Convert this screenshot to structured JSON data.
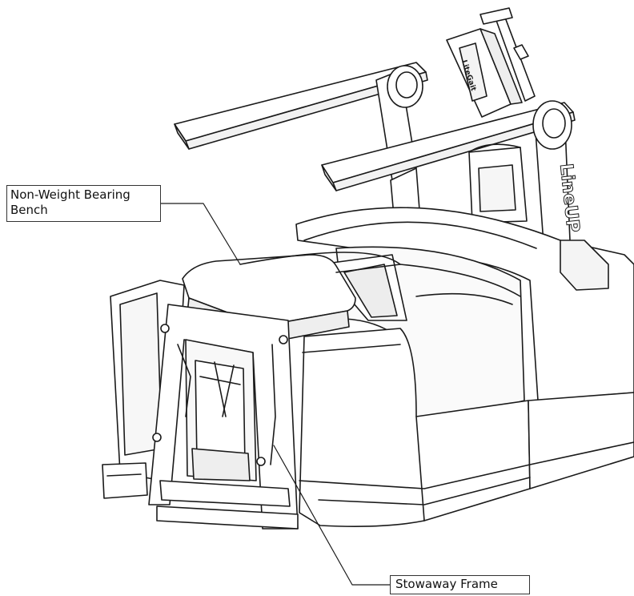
{
  "callouts": {
    "bench": {
      "line1": "Non-Weight Bearing",
      "line2": "Bench"
    },
    "frame": {
      "label": "Stowaway Frame"
    }
  },
  "device": {
    "logo": "LiteGait",
    "brand_side_text": "LineUP"
  },
  "colors": {
    "line": "#1a1a1a",
    "background": "#ffffff"
  }
}
